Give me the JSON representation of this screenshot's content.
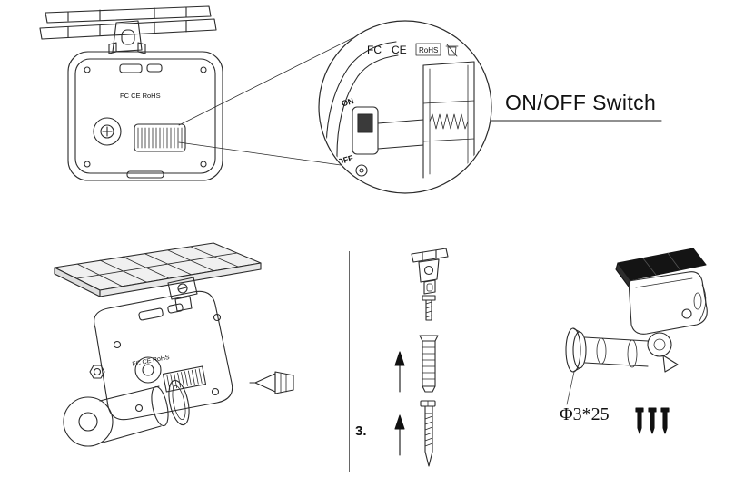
{
  "callout": {
    "label": "ON/OFF Switch",
    "switch": {
      "on": "ON",
      "off": "OFF"
    }
  },
  "markings": {
    "fcc": "FC",
    "ce": "CE",
    "rohs": "RoHS",
    "combined": "FC CE RoHS"
  },
  "step": {
    "number": "3."
  },
  "hardware": {
    "screw_spec": "Φ3*25"
  },
  "colors": {
    "line": "#2b2b2b",
    "panel_dark": "#141414",
    "background": "#ffffff"
  }
}
